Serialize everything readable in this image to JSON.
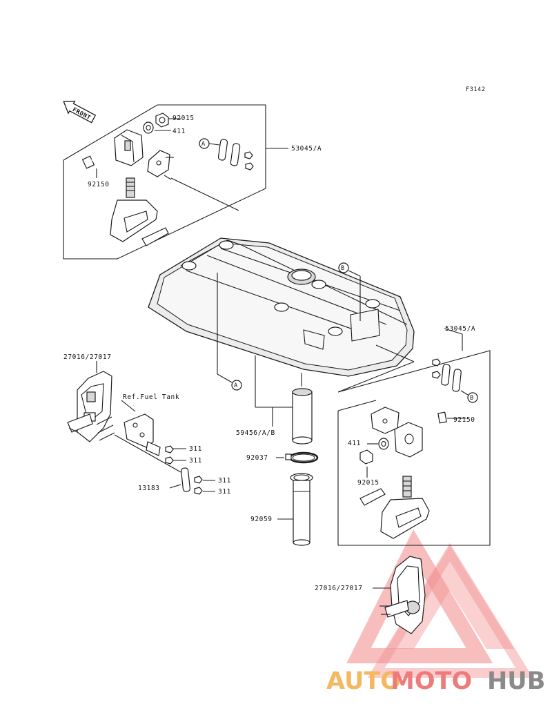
{
  "figure_code": "F3142",
  "front_label": "FRONT",
  "callouts": {
    "nut_top": "92015",
    "washer_top": "411",
    "bolt_top": "92150",
    "mount_kit_top": "53045/A",
    "ref_a_top": "A",
    "ref_b_tank": "B",
    "ref_a_lower": "A",
    "mount_kit_right": "53045/A",
    "ref_b_right": "B",
    "bolt_right": "92150",
    "washer_right": "411",
    "nut_right": "92015",
    "bracket_left": "27016/27017",
    "ref_fuel_tank": "Ref.Fuel Tank",
    "nut_311_a": "311",
    "nut_311_b": "311",
    "nut_311_c": "311",
    "nut_311_d": "311",
    "plate_left": "13183",
    "pipe_59456": "59456/A/B",
    "clamp": "92037",
    "hose": "92059",
    "bracket_bottom": "27016/27017"
  },
  "watermark": {
    "part1": "AUTO",
    "part2": "MOTO",
    "part3": "HUB",
    "color1": "#f4b860",
    "color2": "#ee7b7b",
    "color3": "#8a8a8a",
    "triangle_color": "#f07f7f"
  }
}
